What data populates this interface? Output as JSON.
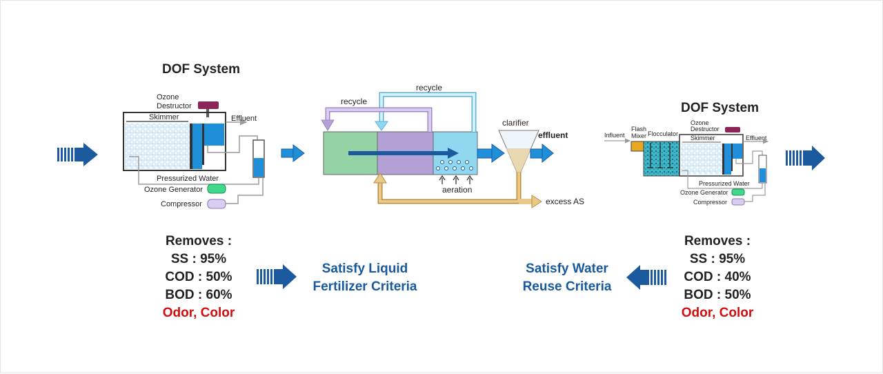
{
  "left_dof": {
    "title": "DOF System",
    "ozone_destructor_line1": "Ozone",
    "ozone_destructor_line2": "Destructor",
    "skimmer": "Skimmer",
    "effluent": "Effluent",
    "pressurized_water": "Pressurized Water",
    "ozone_generator": "Ozone Generator",
    "compressor": "Compressor"
  },
  "bioreactor": {
    "recycle_top": "recycle",
    "recycle_left": "recycle",
    "clarifier": "clarifier",
    "effluent": "effluent",
    "aeration": "aeration",
    "excess_as": "excess AS"
  },
  "right_dof": {
    "title": "DOF System",
    "influent": "Influent",
    "flash_mixer_line1": "Flash",
    "flash_mixer_line2": "Mixer",
    "flocculator": "Flocculator",
    "ozone_destructor_line1": "Ozone",
    "ozone_destructor_line2": "Destructor",
    "skimmer": "Skimmer",
    "effluent": "Effluent",
    "pressurized_water": "Pressurized Water",
    "ozone_generator": "Ozone Generator",
    "compressor": "Compressor"
  },
  "left_removes": {
    "heading": "Removes :",
    "ss": "SS : 95%",
    "cod": "COD : 50%",
    "bod": "BOD : 60%",
    "odor": "Odor, Color"
  },
  "right_removes": {
    "heading": "Removes :",
    "ss": "SS : 95%",
    "cod": "COD : 40%",
    "bod": "BOD : 50%",
    "odor": "Odor, Color"
  },
  "outcomes": {
    "liquid_line1": "Satisfy Liquid",
    "liquid_line2": "Fertilizer Criteria",
    "water_line1": "Satisfy Water",
    "water_line2": "Reuse Criteria"
  },
  "colors": {
    "arrow_blue": "#1c5aa0",
    "tank_blue": "#1e8fd8",
    "green_zone": "#93d3a6",
    "purple_zone": "#b3a0d4",
    "aeration_zone": "#8fd8f0",
    "recycle_pipe": "#d6b06a",
    "red_text": "#d10d0d",
    "outcome_text": "#17599c"
  }
}
